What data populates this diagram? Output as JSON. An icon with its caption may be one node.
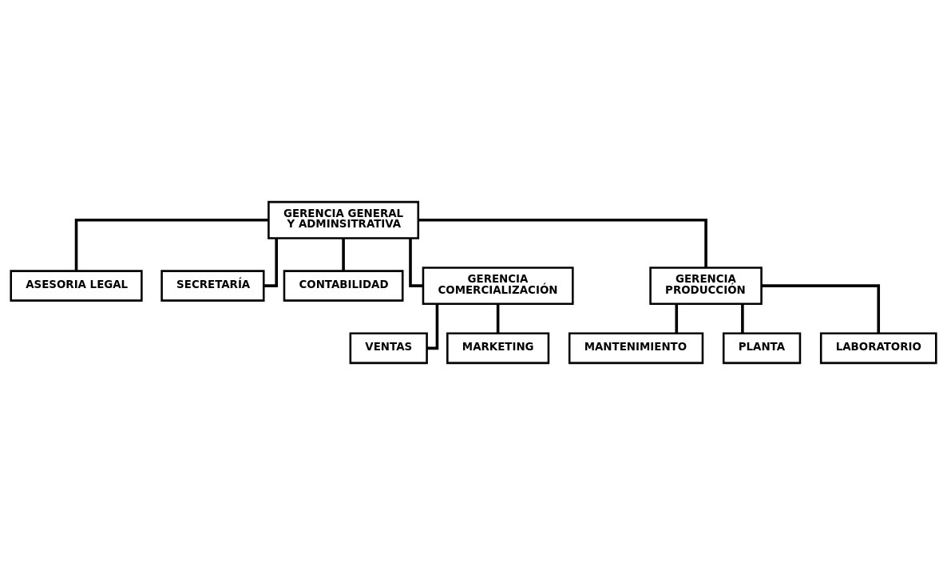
{
  "diagram": {
    "nodes": [
      {
        "text": [
          "GERENCIA GENERAL Y ADMINSITRATIVA"
        ]
      },
      {
        "text": [
          "ASESORIA LEGAL"
        ]
      },
      {
        "text": [
          "SECRETARÍA"
        ]
      },
      {
        "text": [
          "CONTABILIDAD"
        ]
      },
      {
        "text": [
          "GERENCIA COMERCIALIZACIÓN"
        ]
      },
      {
        "text": [
          "GERENCIA PRODUCCIÓN"
        ]
      },
      {
        "text": [
          "VENTAS"
        ]
      },
      {
        "text": [
          "MARKETING"
        ]
      },
      {
        "text": [
          "MANTENIMIENTO"
        ]
      },
      {
        "text": [
          "PLANTA"
        ]
      },
      {
        "text": [
          "LABORATORIO"
        ]
      }
    ],
    "edges": [
      {
        "from": 0,
        "to": 1,
        "arrow": "none"
      },
      {
        "from": 0,
        "to": 2,
        "arrow": "none"
      },
      {
        "from": 0,
        "to": 3,
        "arrow": "none"
      },
      {
        "from": 0,
        "to": 4,
        "arrow": "none"
      },
      {
        "from": 0,
        "to": 5,
        "arrow": "none"
      },
      {
        "from": 4,
        "to": 6,
        "arrow": "none"
      },
      {
        "from": 4,
        "to": 7,
        "arrow": "none"
      },
      {
        "from": 5,
        "to": 8,
        "arrow": "none"
      },
      {
        "from": 5,
        "to": 9,
        "arrow": "none"
      },
      {
        "from": 5,
        "to": 10,
        "arrow": "none"
      }
    ]
  }
}
